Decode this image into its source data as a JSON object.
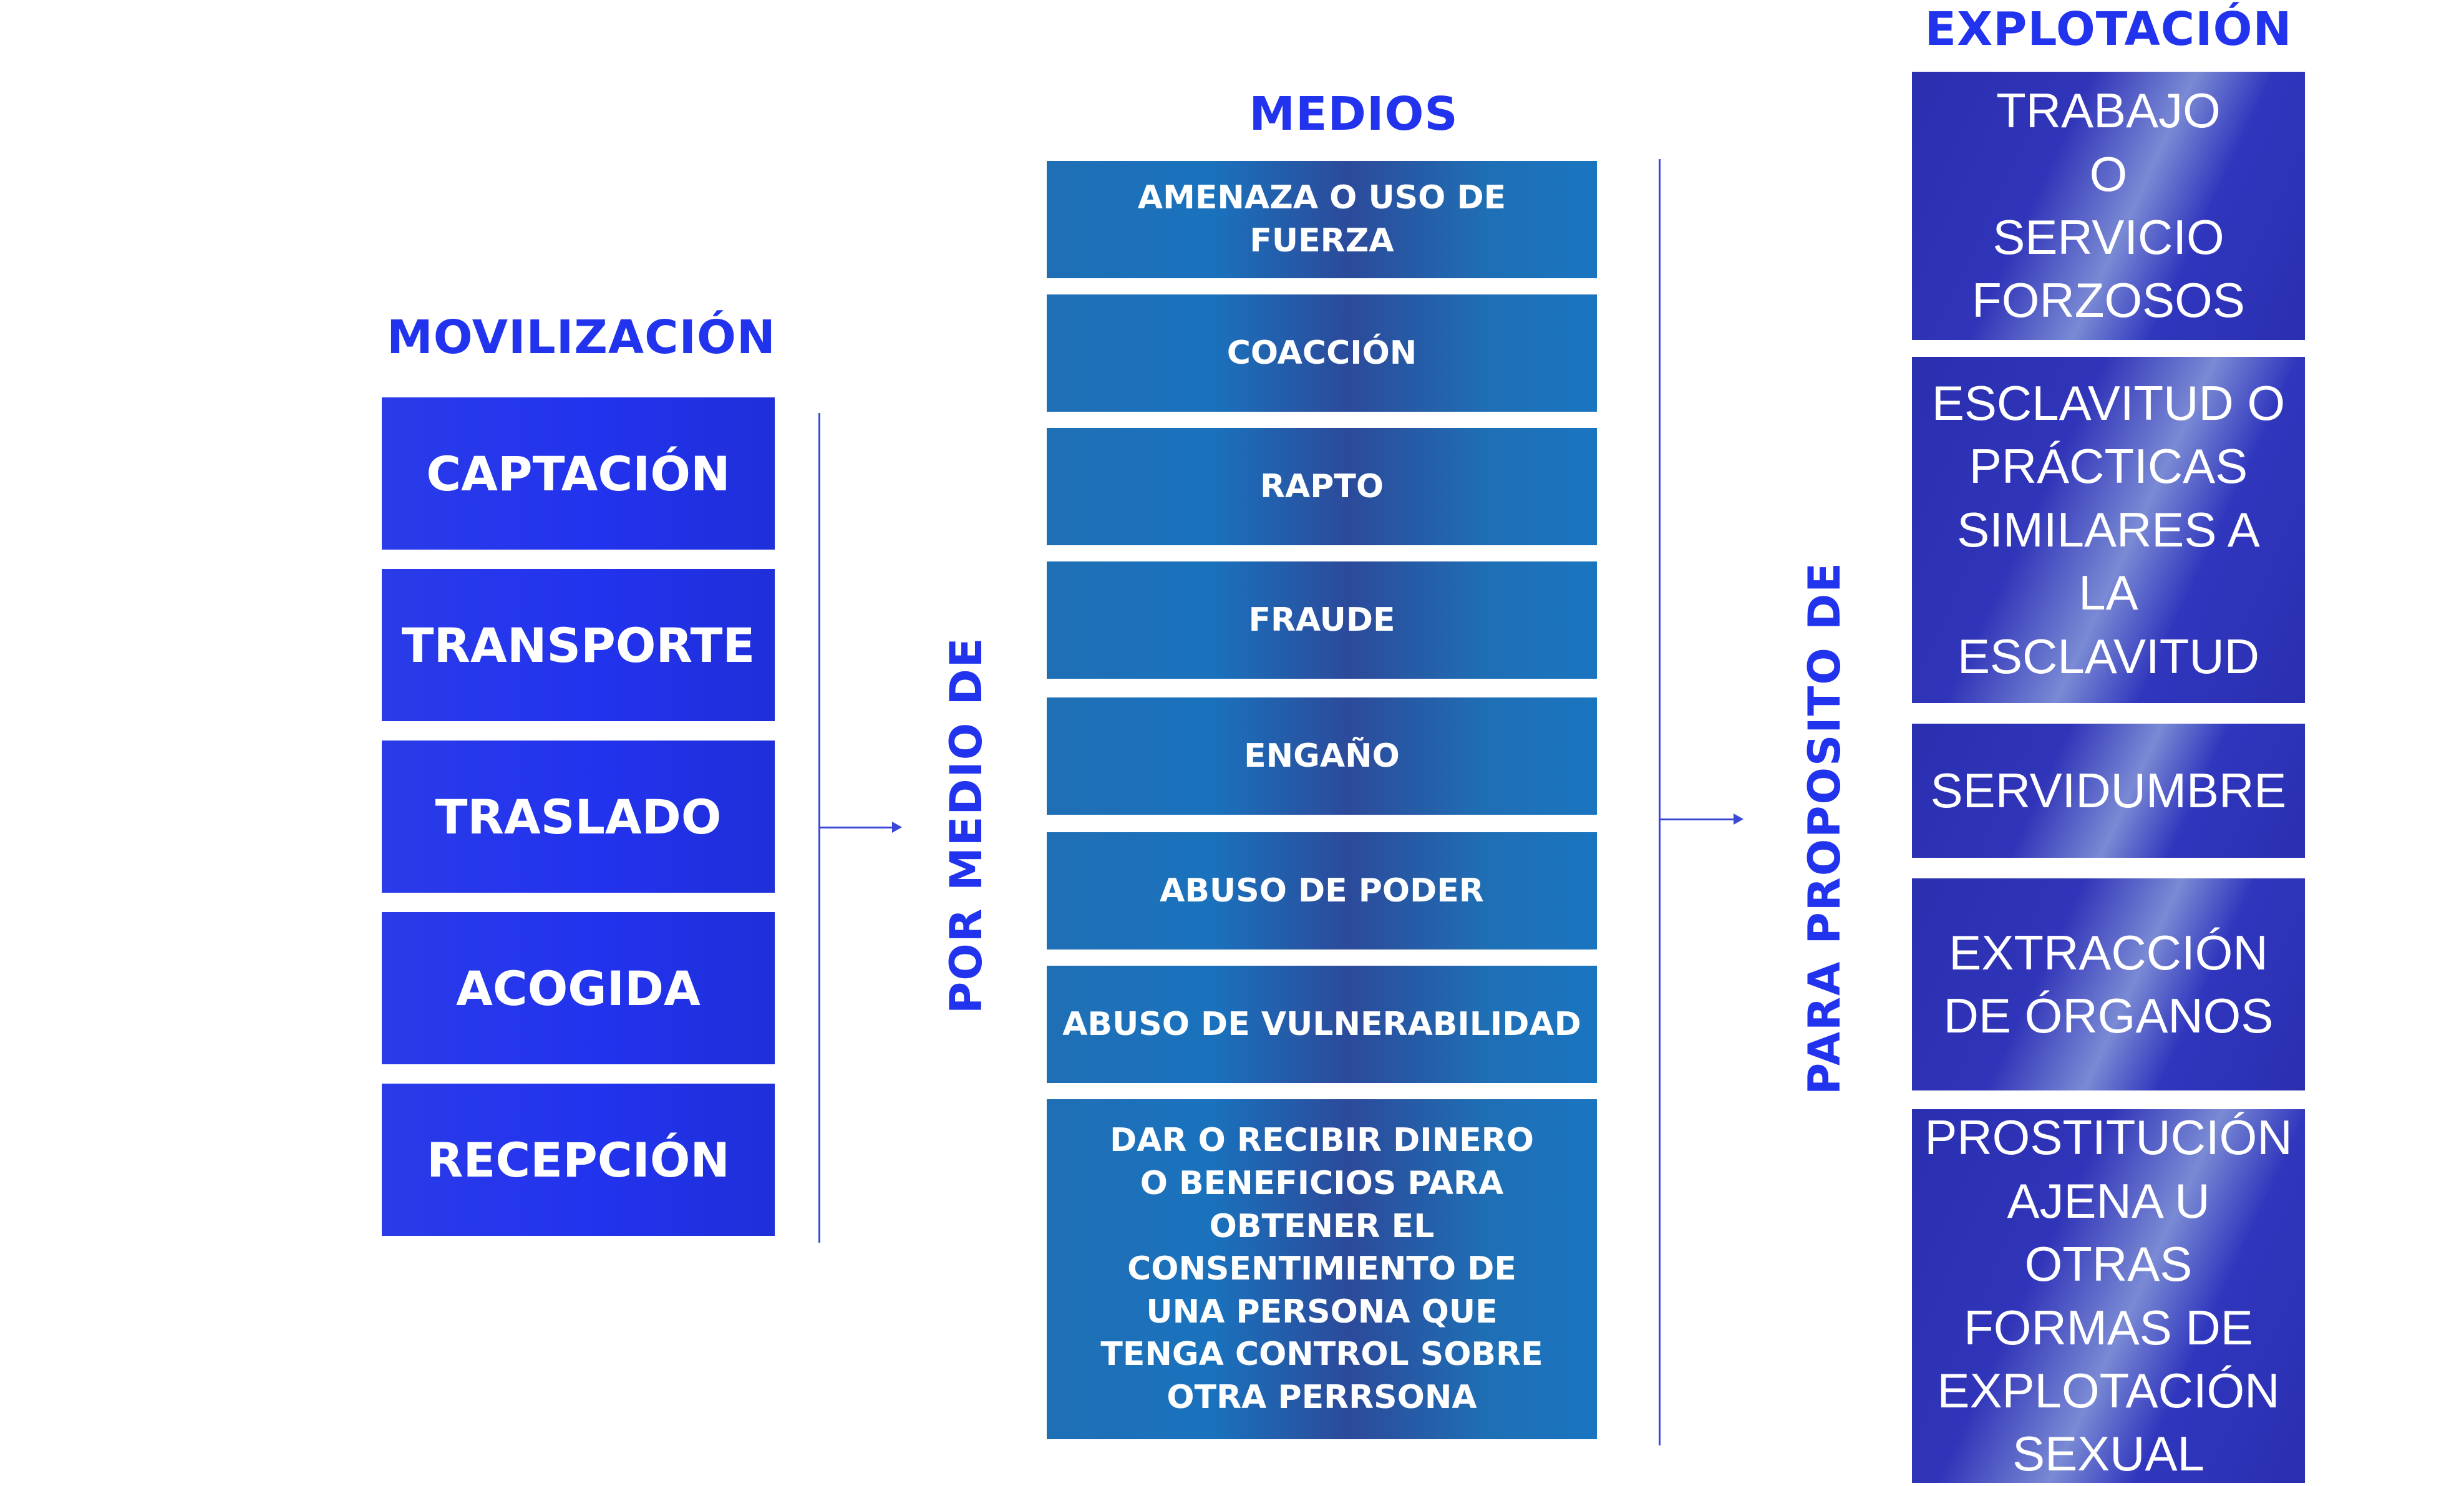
{
  "movilizacion": {
    "heading": "MOVILIZACIÓN",
    "items": [
      "CAPTACIÓN",
      "TRANSPORTE",
      "TRASLADO",
      "ACOGIDA",
      "RECEPCIÓN"
    ]
  },
  "connector1": {
    "label": "POR MEDIO DE"
  },
  "medios": {
    "heading": "MEDIOS",
    "items": [
      "AMENAZA O USO DE FUERZA",
      "COACCIÓN",
      "RAPTO",
      "FRAUDE",
      "ENGAÑO",
      "ABUSO DE PODER",
      "ABUSO DE VULNERABILIDAD",
      "DAR O RECIBIR DINERO O BENEFICIOS PARA OBTENER EL CONSENTIMIENTO DE UNA PERSONA QUE TENGA CONTROL SOBRE OTRA PERRSONA"
    ]
  },
  "connector2": {
    "label": "PARA PROPOSITO DE"
  },
  "explotacion": {
    "heading": "EXPLOTACIÓN",
    "items": [
      "TRABAJO O SERVICIO FORZOSOS",
      "ESCLAVITUD O PRÁCTICAS SIMILARES A LA ESCLAVITUD",
      "SERVIDUMBRE",
      "EXTRACCIÓN DE ÓRGANOS",
      "PROSTITUCIÓN AJENA U OTRAS FORMAS DE EXPLOTACIÓN SEXUAL"
    ]
  },
  "colors": {
    "heading": "#2233ee",
    "movilizacion_box": "#2233ee",
    "medios_box": "#1a72bd",
    "explotacion_box": "#2a2fb0"
  }
}
